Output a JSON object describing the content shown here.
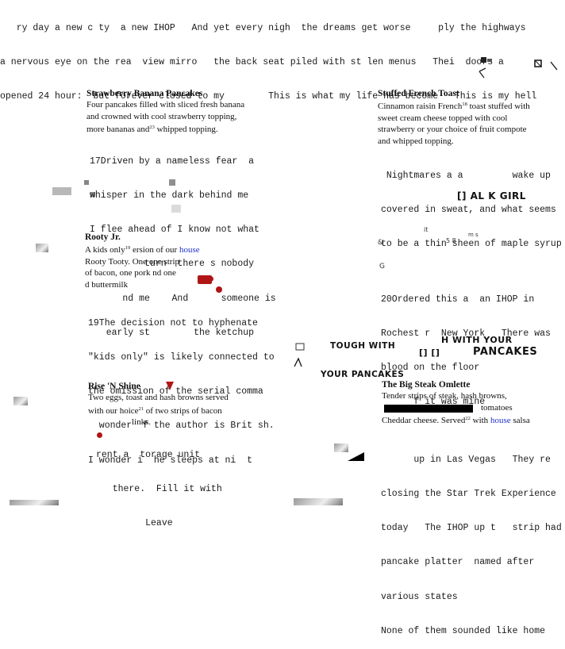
{
  "header_lines": [
    "   ry day a new c ty  a new IHOP   And yet every nigh  the dreams get worse     ply the highways",
    "a nervous eye on the rea  view mirro   the back seat piled with st len menus   Thei  doors a",
    "opened 24 hour:  but forever closed to my        This is what my life has become   This is my hell"
  ],
  "menu": {
    "strawberry": {
      "title": "Strawberry Banana Pancakes",
      "lines": [
        "Four pancakes filled with sliced fresh banana",
        "and crowned with cool strawberry topping,",
        "more  bananas and",
        " whipped topping."
      ],
      "sup": "23"
    },
    "french_toast": {
      "title": "Stuffed French Toast",
      "line1a": "Cinnamon raisin French",
      "sup": "18",
      "line1b": " toast stuffed with",
      "lines": [
        "sweet cream cheese          topped with cool",
        "strawberry or your choice of fruit compote",
        "and whipped topping."
      ]
    },
    "rooty": {
      "title": "Rooty Jr.",
      "line1a": "A kids only",
      "sup": "19",
      "line1b": "  ersion of our ",
      "link": "house",
      "line1c": " ",
      "lines": [
        "Rooty Tooty.  One                   one strip",
        "of bacon, one pork                 nd one",
        "             d buttermilk"
      ]
    },
    "rise": {
      "title": "Rise 'N Shine",
      "line1": "Two eggs, toast and hash browns served",
      "line2a": "with  our  hoice",
      "sup": "21",
      "line2b": " of two strips of bacon",
      "line3": "                    links."
    },
    "omelette": {
      "title": "The Big Steak Omlette",
      "line1": "Tender strips of steak, hash browns,",
      "line2": "tomatoes",
      "line3a": "Cheddar cheese.  Served",
      "sup": "22",
      "line3b": " with ",
      "link": "house",
      "line3c": " salsa"
    }
  },
  "notes": {
    "n17": [
      "17Driven by a nameless fear  a",
      "whisper in the dark behind me",
      "I flee ahead of I know not what",
      "          turn  there s nobody",
      "      nd me    And      someone is",
      "   early st        the ketchup"
    ],
    "nightmares": [
      " Nightmares a a         wake up",
      "covered in sweat, and what seems",
      "to be a thin sheen of maple syrup"
    ],
    "n19": [
      "19The decision not to hyphenate",
      "\"kids only\" is likely connected to",
      "the omission of the serial comma",
      "  wonder  f the author is Brit sh.",
      "I wonder i  he sleeps at ni  t"
    ],
    "n20": [
      "20Ordered this a  an IHOP in",
      "Rochest r  New York   There was",
      "blood on the floor",
      "      f it was mine"
    ],
    "rent": [
      "rent a  torage unit",
      "   there.  Fill it with",
      "         Leave"
    ],
    "vegas": [
      "      up in Las Vegas   They re",
      "closing the Star Trek Experience",
      "today   The IHOP up t   strip had",
      "pancake platter  named after",
      "various states",
      "None of them sounded like home"
    ]
  },
  "handwriting": {
    "halk_girl": "[] AL K GIRL",
    "tough_1": "TOUGH WITH",
    "tough_2": "YOUR PANCAKES",
    "with_1": "H WITH YOUR",
    "with_2": "PANCAKES",
    "with_box": "[] []"
  }
}
